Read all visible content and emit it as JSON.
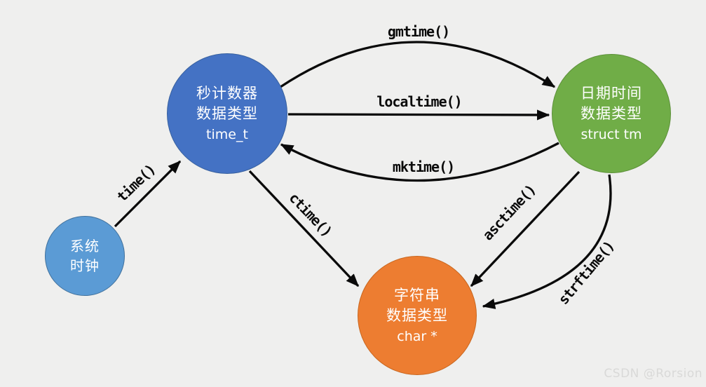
{
  "nodes": {
    "system_clock": {
      "line1": "系统",
      "line2": "时钟",
      "color": "#5B9BD5"
    },
    "time_t": {
      "line1": "秒计数器",
      "line2": "数据类型",
      "code": "time_t",
      "color": "#4472C4"
    },
    "struct_tm": {
      "line1": "日期时间",
      "line2": "数据类型",
      "code": "struct tm",
      "color": "#70AD47"
    },
    "char_ptr": {
      "line1": "字符串",
      "line2": "数据类型",
      "code": "char *",
      "color": "#ED7D31"
    }
  },
  "edges": {
    "time": {
      "label": "time()",
      "from": "system_clock",
      "to": "time_t"
    },
    "gmtime": {
      "label": "gmtime()",
      "from": "time_t",
      "to": "struct_tm"
    },
    "localtime": {
      "label": "localtime()",
      "from": "time_t",
      "to": "struct_tm"
    },
    "mktime": {
      "label": "mktime()",
      "from": "struct_tm",
      "to": "time_t"
    },
    "ctime": {
      "label": "ctime()",
      "from": "time_t",
      "to": "char_ptr"
    },
    "asctime": {
      "label": "asctime()",
      "from": "struct_tm",
      "to": "char_ptr"
    },
    "strftime": {
      "label": "strftime()",
      "from": "struct_tm",
      "to": "char_ptr"
    }
  },
  "colors": {
    "background": "#EFEFEE",
    "arrow": "#0A0A0A",
    "node_text": "#FFFFFF",
    "watermark": "#D9D9D8"
  },
  "watermark": "CSDN @Rorsion"
}
